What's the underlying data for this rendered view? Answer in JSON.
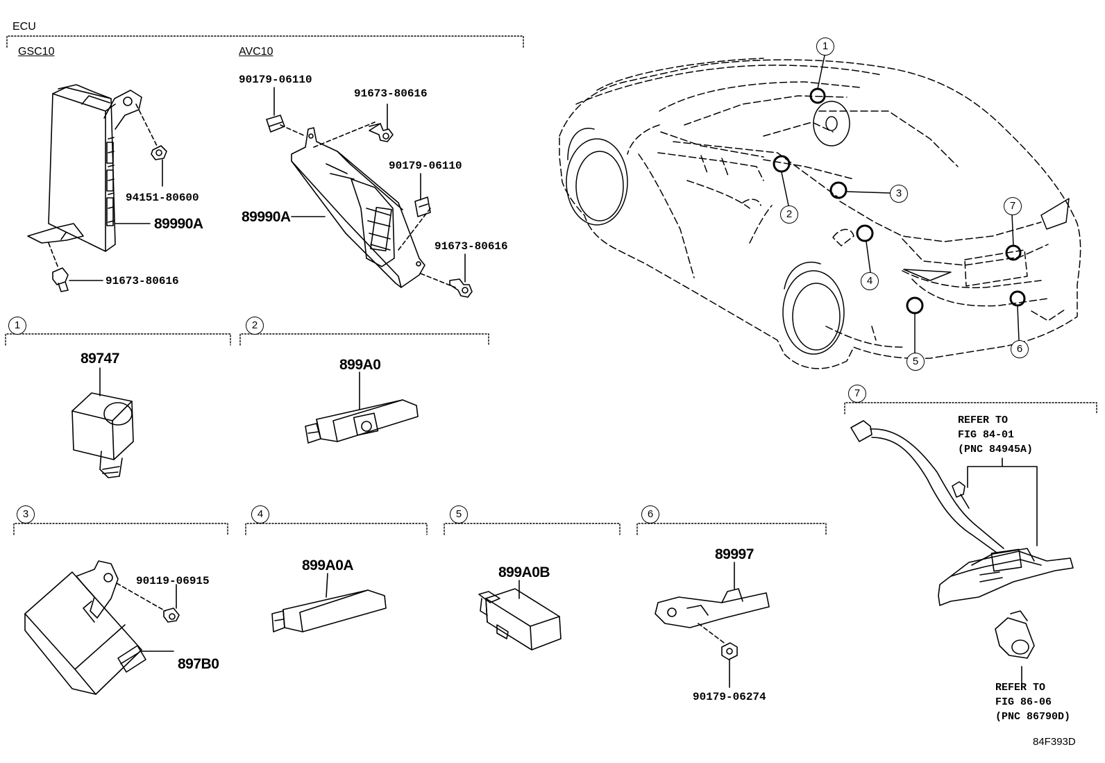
{
  "ecu": {
    "title": "ECU",
    "gsc10": {
      "title": "GSC10",
      "bolt_top": "94151-80600",
      "module": "89990A",
      "bolt_bottom": "91673-80616"
    },
    "avc10": {
      "title": "AVC10",
      "clip_top": "90179-06110",
      "bolt_top": "91673-80616",
      "clip_right": "90179-06110",
      "module": "89990A",
      "bolt_bottom": "91673-80616"
    }
  },
  "sections": {
    "s1": {
      "num": "1",
      "part": "89747"
    },
    "s2": {
      "num": "2",
      "part": "899A0"
    },
    "s3": {
      "num": "3",
      "part_bolt": "90119-06915",
      "part": "897B0"
    },
    "s4": {
      "num": "4",
      "part": "899A0A"
    },
    "s5": {
      "num": "5",
      "part": "899A0B"
    },
    "s6": {
      "num": "6",
      "part": "89997",
      "nut": "90179-06274"
    },
    "s7": {
      "num": "7",
      "ref_top": "REFER TO\nFIG 84-01\n(PNC 84945A)",
      "ref_bottom": "REFER TO\nFIG 86-06\n(PNC 86790D)"
    }
  },
  "car_callouts": [
    "1",
    "2",
    "3",
    "4",
    "5",
    "6",
    "7"
  ],
  "figure_code": "84F393D"
}
